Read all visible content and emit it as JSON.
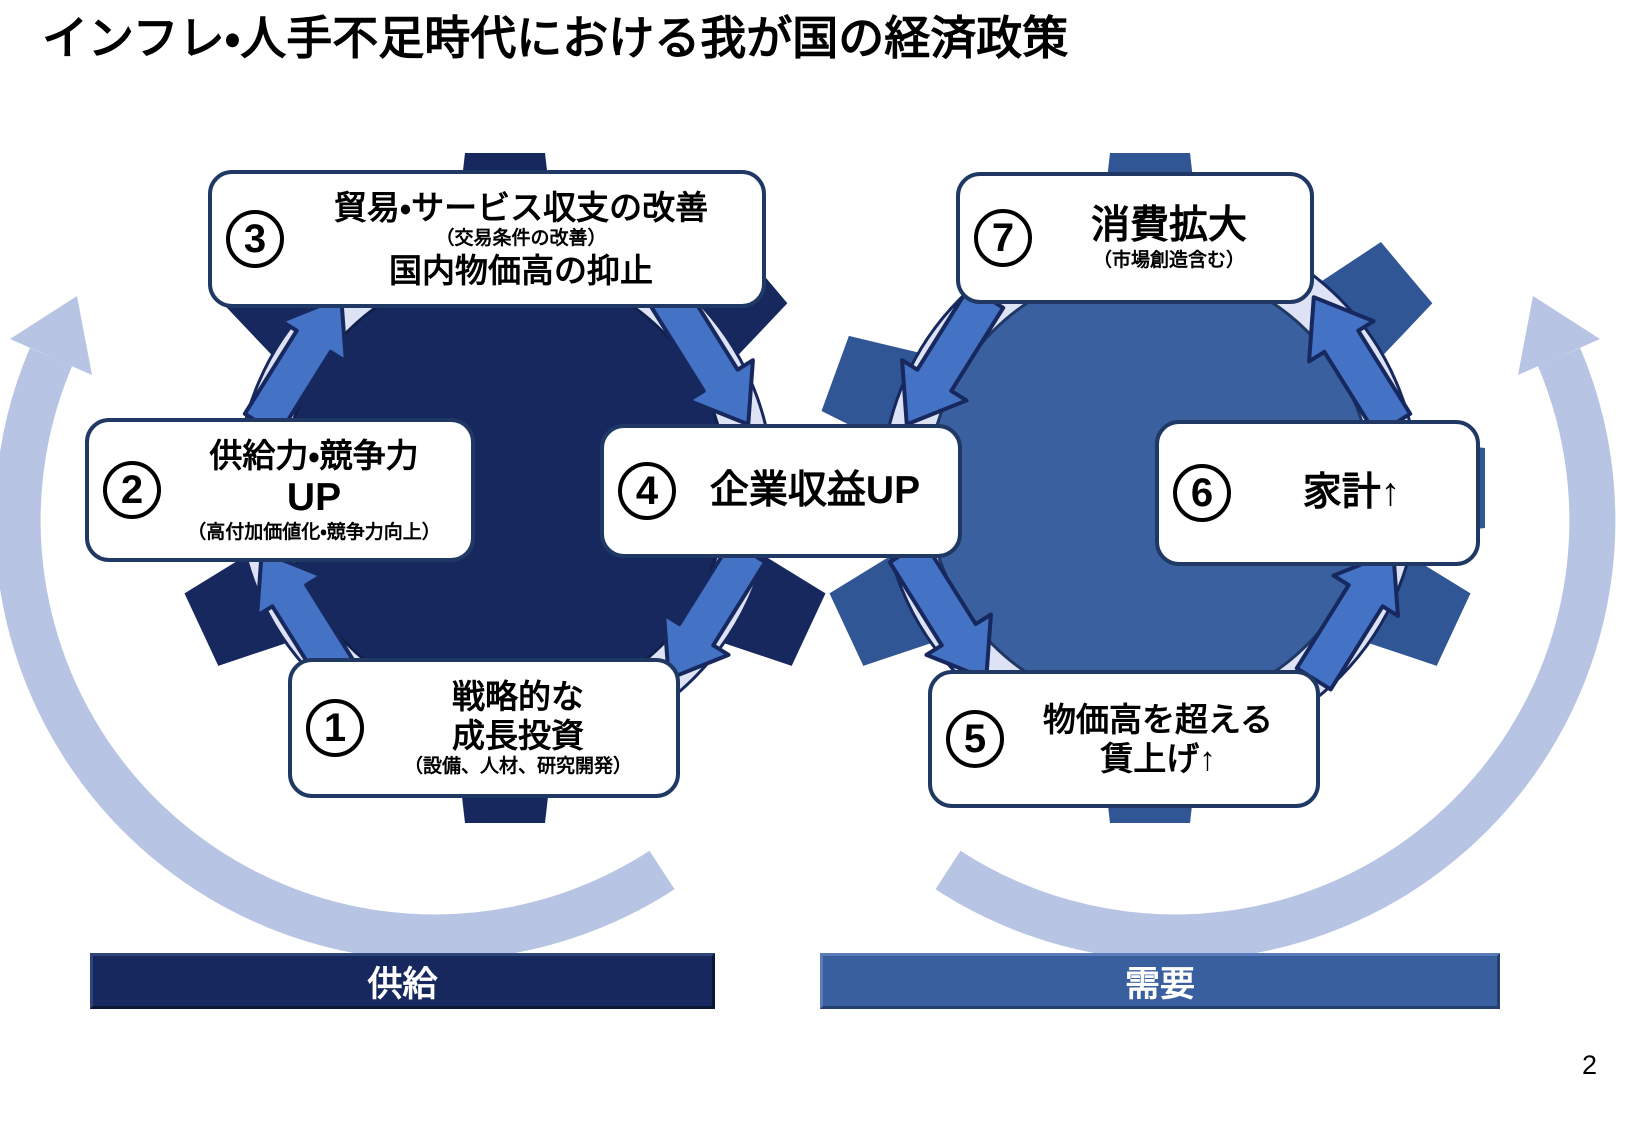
{
  "page": {
    "title": "インフレ・人手不足時代における我が国の経済政策",
    "page_number": "2"
  },
  "colors": {
    "left_gear_navy": "#16285e",
    "right_gear_blue": "#35599b",
    "gear_ring_light": "#dde3f4",
    "small_arrow_blue": "#4472c4",
    "outer_arc_light_blue": "#b8c4e4",
    "box_border_navy": "#1f3864"
  },
  "gears": {
    "left": {
      "name": "supply-gear",
      "rotation": "clockwise"
    },
    "right": {
      "name": "demand-gear",
      "rotation": "counterclockwise"
    }
  },
  "boxes": [
    {
      "number": "1",
      "lines": [
        {
          "text": "戦略的な",
          "style": "main"
        },
        {
          "text": "成長投資",
          "style": "main"
        },
        {
          "text": "（設備、人材、研究開発）",
          "style": "small"
        }
      ]
    },
    {
      "number": "2",
      "lines": [
        {
          "text": "供給力・競争力",
          "style": "main"
        },
        {
          "text": "UP",
          "style": "big"
        },
        {
          "text": "（高付加価値化・競争力向上）",
          "style": "small"
        }
      ]
    },
    {
      "number": "3",
      "lines": [
        {
          "text": "貿易・サービス収支の改善",
          "style": "main"
        },
        {
          "text": "（交易条件の改善）",
          "style": "small"
        },
        {
          "text": "国内物価高の抑止",
          "style": "main"
        }
      ]
    },
    {
      "number": "4",
      "lines": [
        {
          "text": "企業収益UP",
          "style": "big"
        }
      ]
    },
    {
      "number": "5",
      "lines": [
        {
          "text": "物価高を超える",
          "style": "main"
        },
        {
          "text": "賃上げ↑",
          "style": "main"
        }
      ]
    },
    {
      "number": "6",
      "lines": [
        {
          "text": "家計↑",
          "style": "big"
        }
      ]
    },
    {
      "number": "7",
      "lines": [
        {
          "text": "消費拡大",
          "style": "big"
        },
        {
          "text": "（市場創造含む）",
          "style": "small"
        }
      ]
    }
  ],
  "bars": {
    "supply_label": "供給",
    "demand_label": "需要"
  }
}
